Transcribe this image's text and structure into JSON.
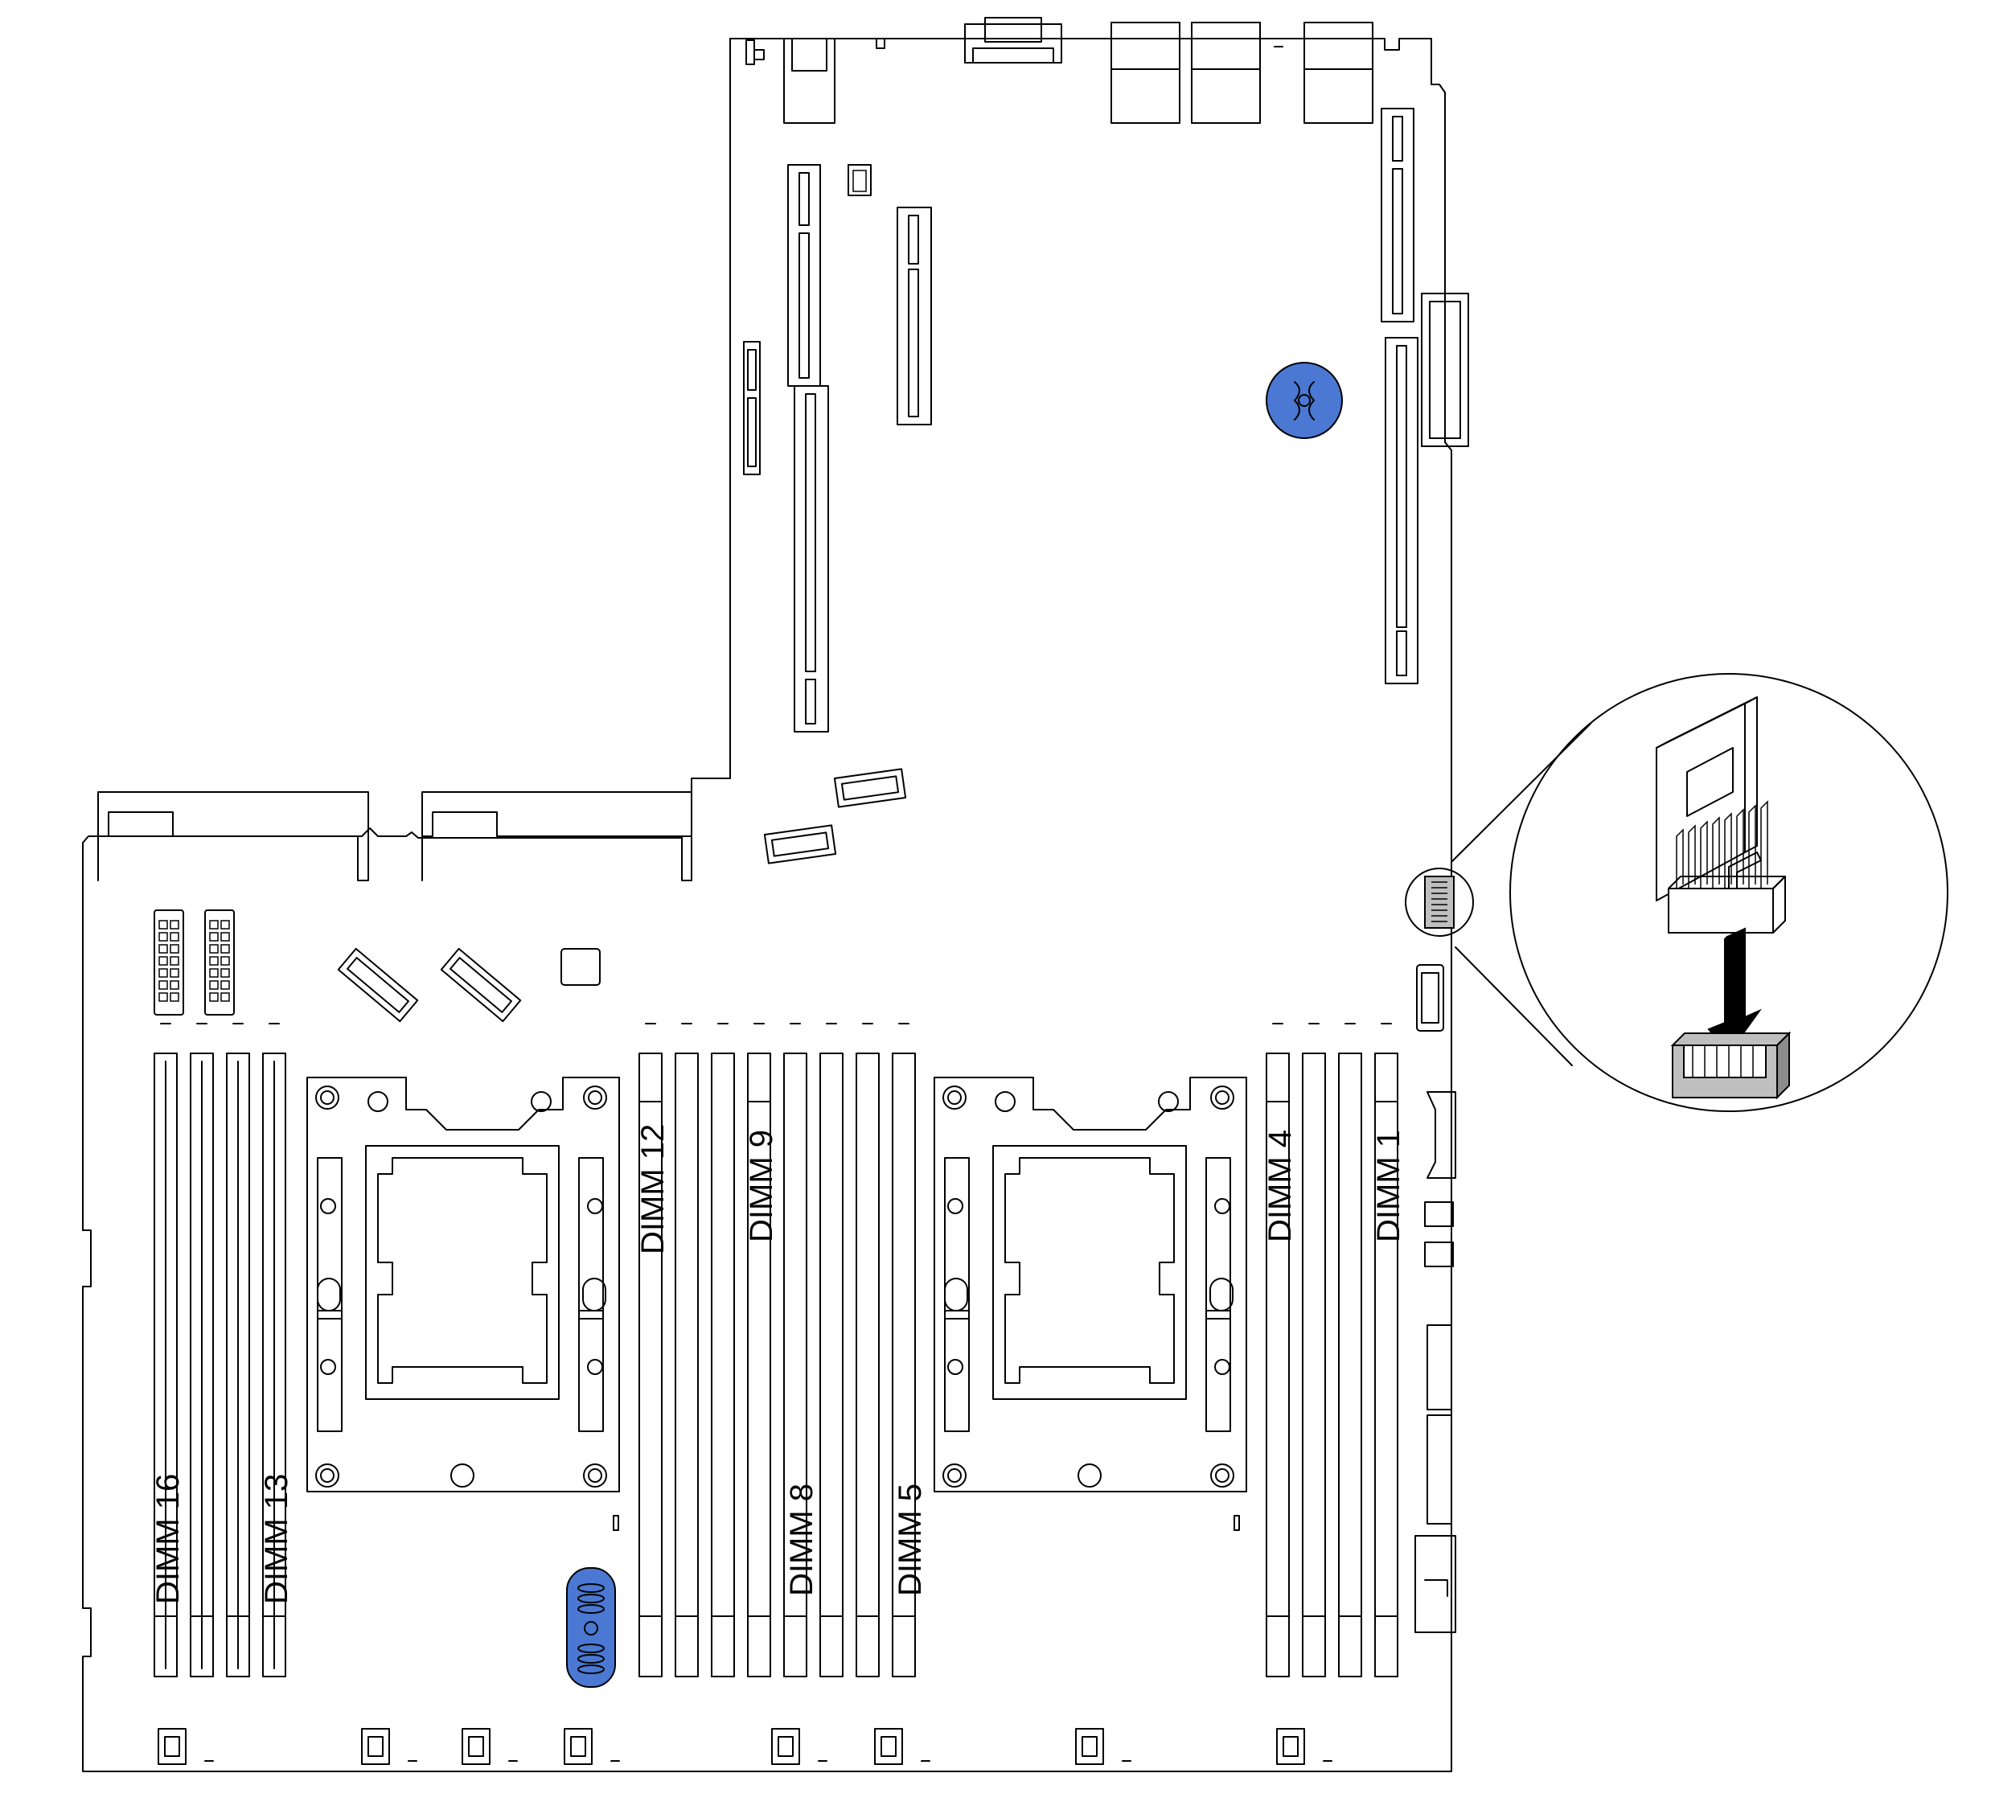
{
  "diagram": {
    "dimm_labels": {
      "dimm16": "DIMM 16",
      "dimm13": "DIMM 13",
      "dimm12": "DIMM 12",
      "dimm9": "DIMM 9",
      "dimm8": "DIMM 8",
      "dimm5": "DIMM 5",
      "dimm4": "DIMM 4",
      "dimm1": "DIMM 1"
    },
    "colors": {
      "touch_point_blue": "#4a78d2",
      "connector_gray": "#bfbfbf",
      "outline": "#000000"
    },
    "icons": {
      "top_touch_point": "blue-touch-point-icon",
      "bottom_handle": "blue-handle-icon",
      "callout_arrow": "install-arrow-icon"
    }
  }
}
